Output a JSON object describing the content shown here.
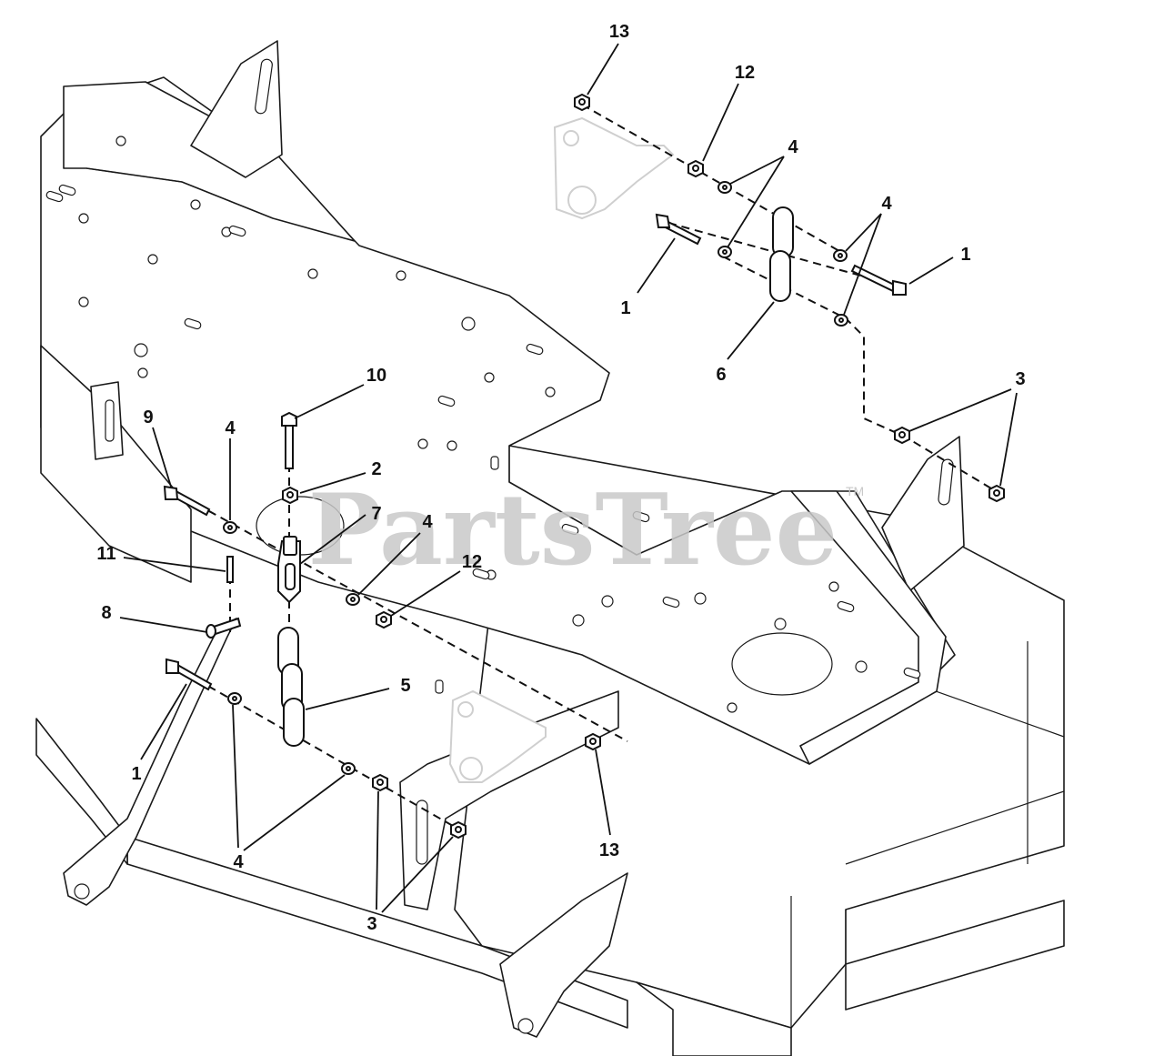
{
  "watermark": {
    "text": "PartsTree",
    "trademark": "TM"
  },
  "callouts": {
    "c1a": "1",
    "c1b": "1",
    "c1c": "1",
    "c2": "2",
    "c3a": "3",
    "c3b": "3",
    "c4a": "4",
    "c4b": "4",
    "c4c": "4",
    "c4d": "4",
    "c4e": "4",
    "c5": "5",
    "c6": "6",
    "c7": "7",
    "c8": "8",
    "c9": "9",
    "c10": "10",
    "c11": "11",
    "c12a": "12",
    "c12b": "12",
    "c13a": "13",
    "c13b": "13"
  }
}
